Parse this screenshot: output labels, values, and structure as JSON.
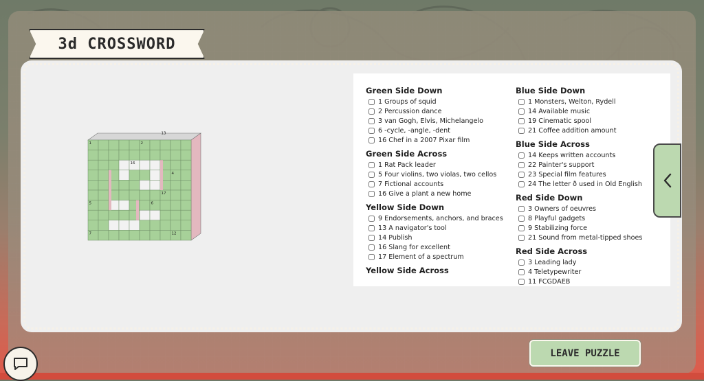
{
  "title": "3d CROSSWORD",
  "colors": {
    "green": "#a7d199",
    "pink": "#e3b8bf",
    "tab": "#bcd9b0"
  },
  "cube_numbers": [
    "1",
    "2",
    "13",
    "16",
    "4",
    "5",
    "6",
    "17",
    "7",
    "12"
  ],
  "clue_sections": {
    "left": [
      {
        "title": "Green Side Down",
        "clues": [
          "1 Groups of squid",
          "2 Percussion dance",
          "3 van Gogh, Elvis, Michelangelo",
          "6 -cycle, -angle, -dent",
          "16 Chef in a 2007 Pixar film"
        ]
      },
      {
        "title": "Green Side Across",
        "clues": [
          "1 Rat Pack leader",
          "5 Four violins, two violas, two cellos",
          "7 Fictional accounts",
          "16 Give a plant a new home"
        ]
      },
      {
        "title": "Yellow Side Down",
        "clues": [
          "9 Endorsements, anchors, and braces",
          "13 A navigator's tool",
          "14 Publish",
          "16 Slang for excellent",
          "17 Element of a spectrum"
        ]
      },
      {
        "title": "Yellow Side Across",
        "clues": []
      }
    ],
    "right": [
      {
        "title": "Blue Side Down",
        "clues": [
          "1 Monsters, Welton, Rydell",
          "14 Available music",
          "19 Cinematic spool",
          "21 Coffee addition amount"
        ]
      },
      {
        "title": "Blue Side Across",
        "clues": [
          "14 Keeps written accounts",
          "22 Painter's support",
          "23 Special film features",
          "24 The letter ð used in Old English"
        ]
      },
      {
        "title": "Red Side Down",
        "clues": [
          "3 Owners of oeuvres",
          "8 Playful gadgets",
          "9 Stabilizing force",
          "21 Sound from metal-tipped shoes"
        ]
      },
      {
        "title": "Red Side Across",
        "clues": [
          "3 Leading lady",
          "4 Teletypewriter",
          "11 FCGDAEB"
        ]
      }
    ]
  },
  "leave_button": "LEAVE PUZZLE",
  "icons": {
    "collapse": "chevron-left-icon",
    "chat": "chat-icon"
  }
}
